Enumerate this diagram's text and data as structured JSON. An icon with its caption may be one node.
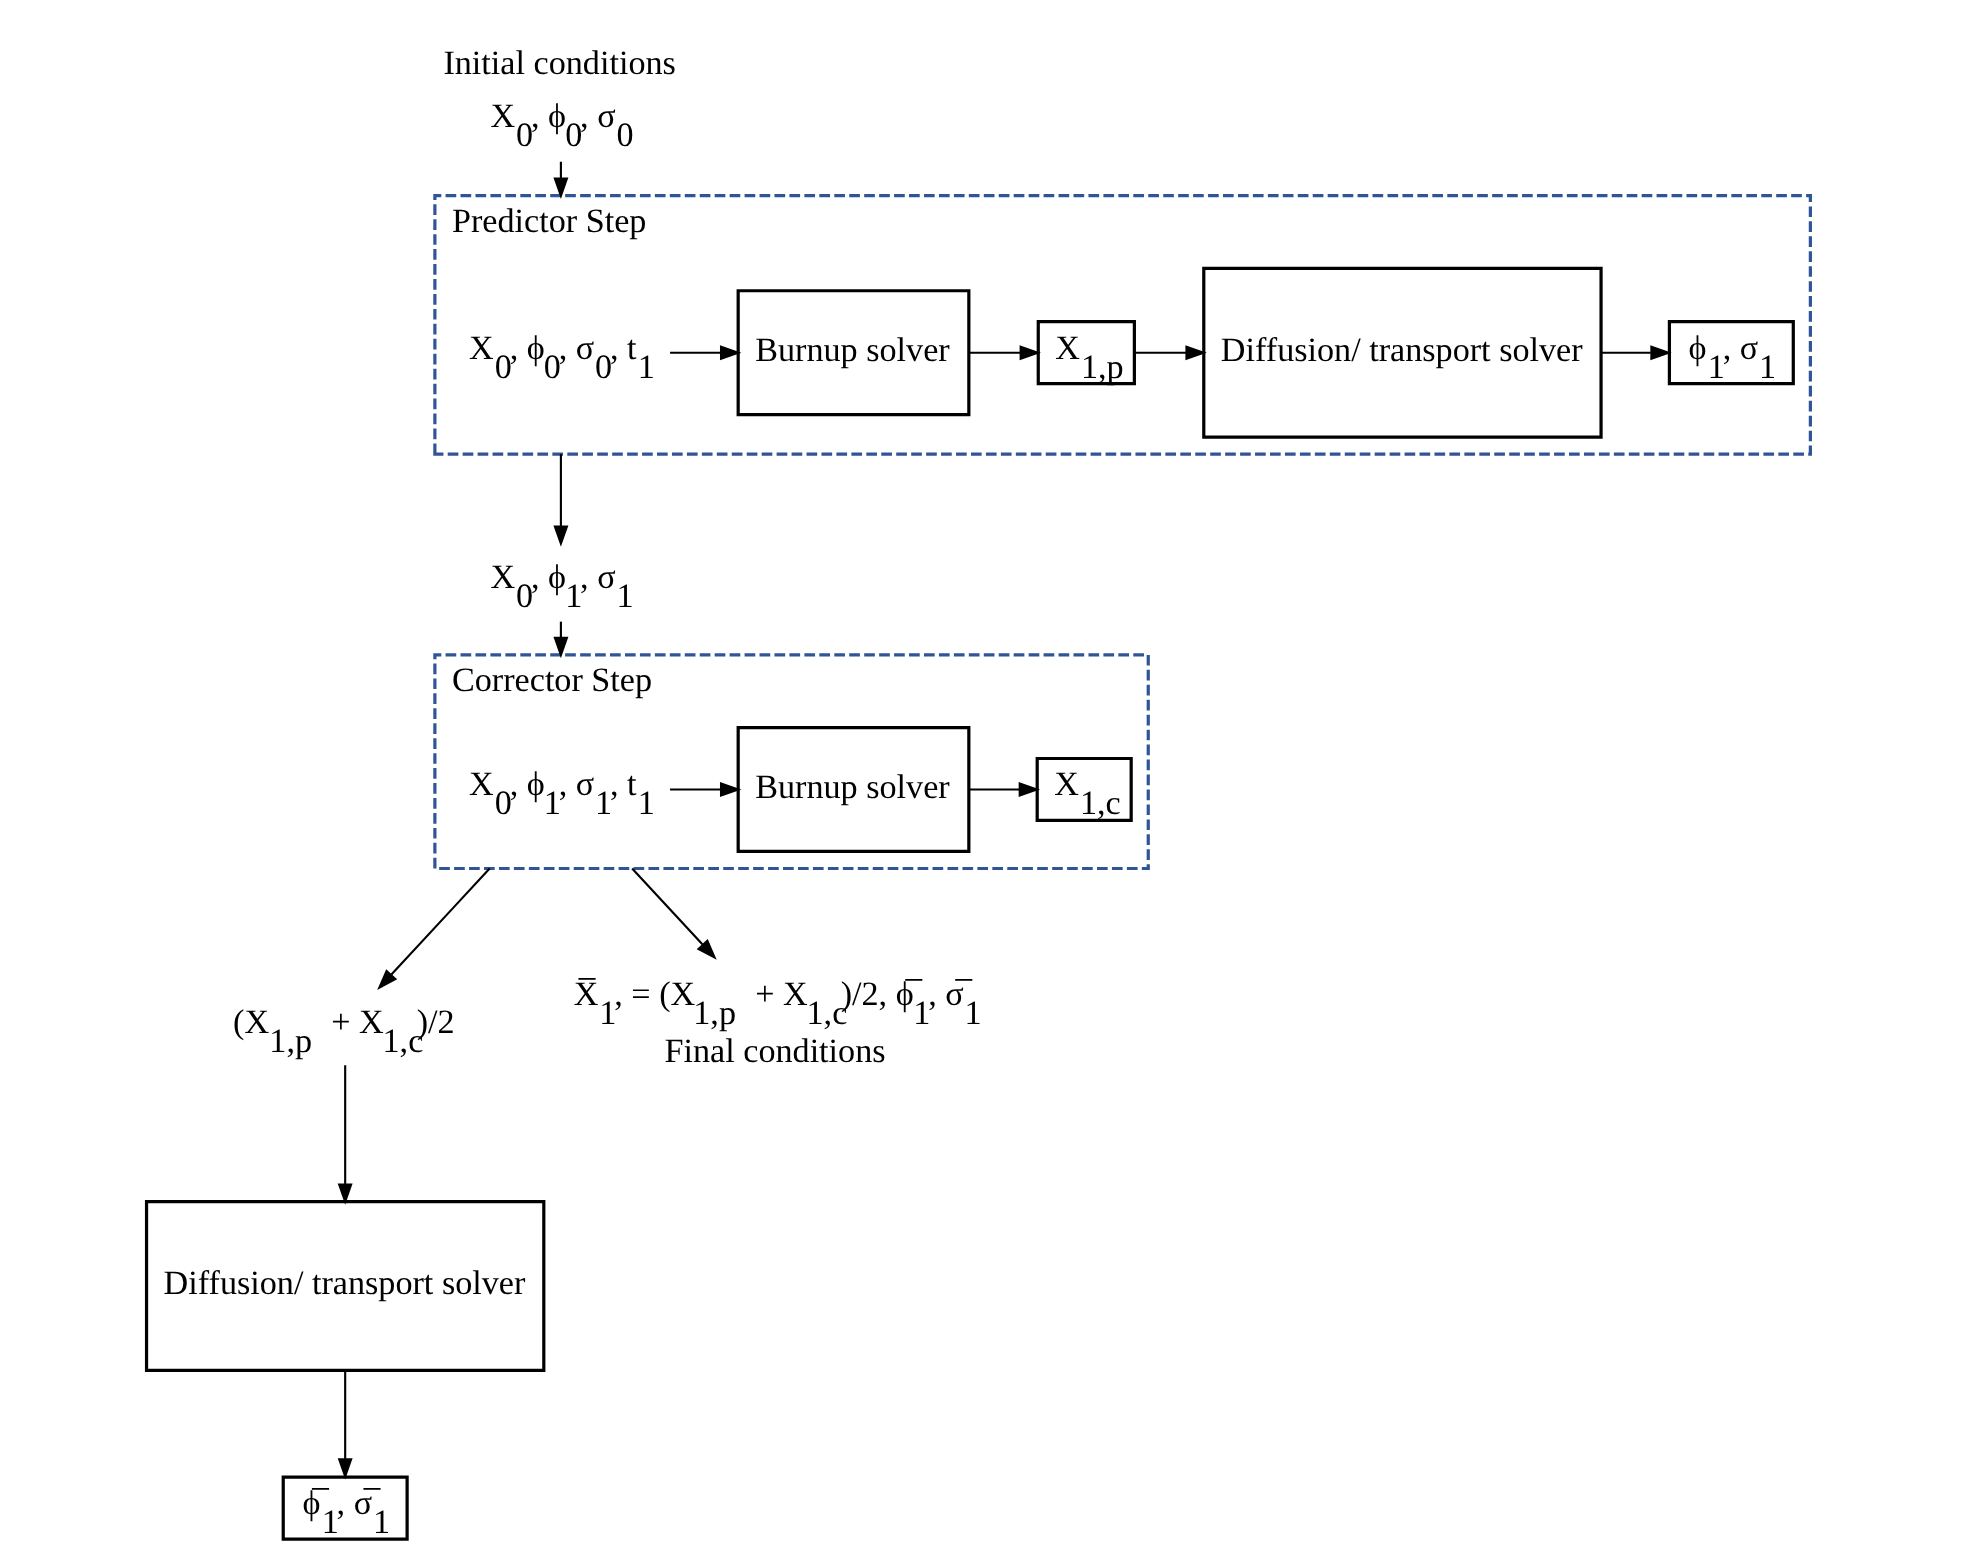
{
  "diagram": {
    "nodes": [
      {
        "text": [
          "Initial conditions",
          "X$_{0}$, ϕ$_{0}$, σ$_{0}$"
        ]
      },
      {
        "text": [
          "Predictor Step"
        ]
      },
      {
        "text": [
          "X$_{0}$, ϕ$_{0}$, σ$_{0}$, t$_{1}$"
        ],
        "in": 1
      },
      {
        "text": [
          "Burnup solver"
        ],
        "in": 1
      },
      {
        "text": [
          "X$_{1,p}$"
        ],
        "in": 1
      },
      {
        "text": [
          "Diffusion/ transport solver"
        ],
        "in": 1
      },
      {
        "text": [
          "ϕ$_{1}$, σ$_{1}$"
        ],
        "in": 1
      },
      {
        "text": [
          "X$_{0}$, ϕ$_{1}$, σ$_{1}$"
        ]
      },
      {
        "text": [
          "Corrector Step"
        ]
      },
      {
        "text": [
          "X$_{0}$, ϕ$_{1}$, σ$_{1}$, t$_{1}$"
        ],
        "in": 8
      },
      {
        "text": [
          "Burnup solver"
        ],
        "in": 8
      },
      {
        "text": [
          "X$_{1,c}$"
        ],
        "in": 8
      },
      {
        "text": [
          "(X$_{1,p}$ + X$_{1,c}$)/2"
        ]
      },
      {
        "text": [
          "Diffusion/ transport solver"
        ]
      },
      {
        "text": [
          "ϕ̅$_{1}$, σ̅$_{1}$"
        ]
      },
      {
        "text": [
          "X̅$_{1}$, = (X$_{1,p}$ + X$_{1,c}$)/2, ϕ̅$_{1}$, σ̅$_{1}$",
          "Final conditions"
        ]
      }
    ],
    "edges": [
      {
        "from": 0,
        "to": 1,
        "arrow": "to"
      },
      {
        "from": 2,
        "to": 3,
        "arrow": "to"
      },
      {
        "from": 3,
        "to": 4,
        "arrow": "to"
      },
      {
        "from": 4,
        "to": 5,
        "arrow": "to"
      },
      {
        "from": 5,
        "to": 6,
        "arrow": "to"
      },
      {
        "from": 1,
        "to": 7,
        "arrow": "to"
      },
      {
        "from": 7,
        "to": 8,
        "arrow": "to"
      },
      {
        "from": 9,
        "to": 10,
        "arrow": "to"
      },
      {
        "from": 10,
        "to": 11,
        "arrow": "to"
      },
      {
        "from": 8,
        "to": 12,
        "arrow": "to"
      },
      {
        "from": 12,
        "to": 13,
        "arrow": "to"
      },
      {
        "from": 13,
        "to": 14,
        "arrow": "to"
      },
      {
        "from": 8,
        "to": 15,
        "arrow": "to"
      }
    ]
  }
}
